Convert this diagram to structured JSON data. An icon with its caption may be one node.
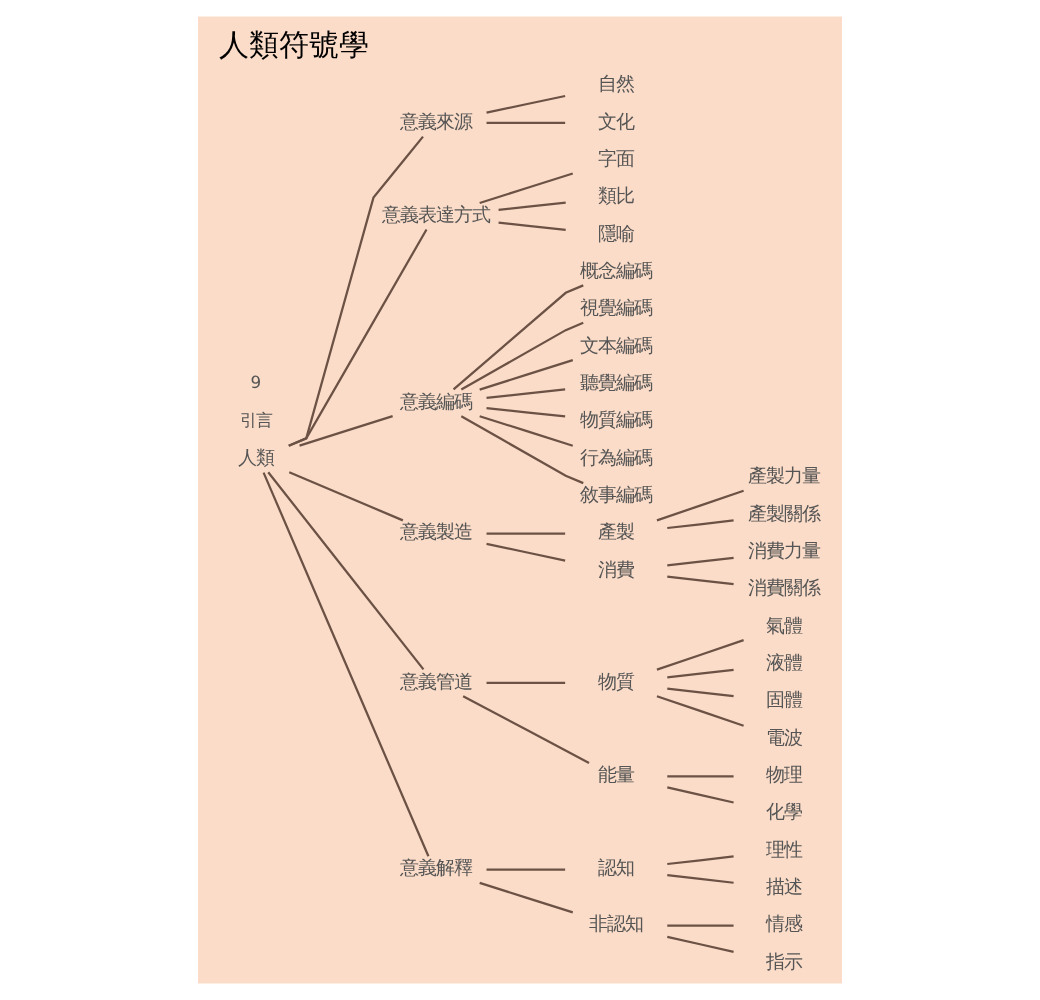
{
  "diagram": {
    "title": "人類符號學",
    "nodes": [
      {
        "text": [
          "人類"
        ]
      },
      {
        "text": [
          "意義來源"
        ]
      },
      {
        "text": [
          "自然"
        ]
      },
      {
        "text": [
          "文化"
        ]
      },
      {
        "text": [
          "意義表達方式"
        ]
      },
      {
        "text": [
          "字面"
        ]
      },
      {
        "text": [
          "類比"
        ]
      },
      {
        "text": [
          "隱喻"
        ]
      },
      {
        "text": [
          "意義編碼"
        ]
      },
      {
        "text": [
          "概念編碼"
        ]
      },
      {
        "text": [
          "視覺編碼"
        ]
      },
      {
        "text": [
          "文本編碼"
        ]
      },
      {
        "text": [
          "聽覺編碼"
        ]
      },
      {
        "text": [
          "物質編碼"
        ]
      },
      {
        "text": [
          "行為編碼"
        ]
      },
      {
        "text": [
          "敘事編碼"
        ]
      },
      {
        "text": [
          "意義製造"
        ]
      },
      {
        "text": [
          "產製"
        ]
      },
      {
        "text": [
          "產製力量"
        ]
      },
      {
        "text": [
          "產製關係"
        ]
      },
      {
        "text": [
          "消費"
        ]
      },
      {
        "text": [
          "消費力量"
        ]
      },
      {
        "text": [
          "消費關係"
        ]
      },
      {
        "text": [
          "意義管道"
        ]
      },
      {
        "text": [
          "物質"
        ]
      },
      {
        "text": [
          "氣體"
        ]
      },
      {
        "text": [
          "液體"
        ]
      },
      {
        "text": [
          "固體"
        ]
      },
      {
        "text": [
          "電波"
        ]
      },
      {
        "text": [
          "能量"
        ]
      },
      {
        "text": [
          "物理"
        ]
      },
      {
        "text": [
          "化學"
        ]
      },
      {
        "text": [
          "意義解釋"
        ]
      },
      {
        "text": [
          "認知"
        ]
      },
      {
        "text": [
          "理性"
        ]
      },
      {
        "text": [
          "描述"
        ]
      },
      {
        "text": [
          "非認知"
        ]
      },
      {
        "text": [
          "情感"
        ]
      },
      {
        "text": [
          "指示"
        ]
      }
    ],
    "edges": [
      {
        "from": 0,
        "to": 1,
        "arrow": "none"
      },
      {
        "from": 1,
        "to": 2,
        "arrow": "none"
      },
      {
        "from": 1,
        "to": 3,
        "arrow": "none"
      },
      {
        "from": 0,
        "to": 4,
        "arrow": "none"
      },
      {
        "from": 4,
        "to": 5,
        "arrow": "none"
      },
      {
        "from": 4,
        "to": 6,
        "arrow": "none"
      },
      {
        "from": 4,
        "to": 7,
        "arrow": "none"
      },
      {
        "from": 0,
        "to": 8,
        "arrow": "none"
      },
      {
        "from": 8,
        "to": 9,
        "arrow": "none"
      },
      {
        "from": 8,
        "to": 10,
        "arrow": "none"
      },
      {
        "from": 8,
        "to": 11,
        "arrow": "none"
      },
      {
        "from": 8,
        "to": 12,
        "arrow": "none"
      },
      {
        "from": 8,
        "to": 13,
        "arrow": "none"
      },
      {
        "from": 8,
        "to": 14,
        "arrow": "none"
      },
      {
        "from": 8,
        "to": 15,
        "arrow": "none"
      },
      {
        "from": 0,
        "to": 16,
        "arrow": "none"
      },
      {
        "from": 16,
        "to": 17,
        "arrow": "none"
      },
      {
        "from": 17,
        "to": 18,
        "arrow": "none"
      },
      {
        "from": 17,
        "to": 19,
        "arrow": "none"
      },
      {
        "from": 16,
        "to": 20,
        "arrow": "none"
      },
      {
        "from": 20,
        "to": 21,
        "arrow": "none"
      },
      {
        "from": 20,
        "to": 22,
        "arrow": "none"
      },
      {
        "from": 0,
        "to": 23,
        "arrow": "none"
      },
      {
        "from": 23,
        "to": 24,
        "arrow": "none"
      },
      {
        "from": 24,
        "to": 25,
        "arrow": "none"
      },
      {
        "from": 24,
        "to": 26,
        "arrow": "none"
      },
      {
        "from": 24,
        "to": 27,
        "arrow": "none"
      },
      {
        "from": 24,
        "to": 28,
        "arrow": "none"
      },
      {
        "from": 23,
        "to": 29,
        "arrow": "none"
      },
      {
        "from": 29,
        "to": 30,
        "arrow": "none"
      },
      {
        "from": 29,
        "to": 31,
        "arrow": "none"
      },
      {
        "from": 0,
        "to": 32,
        "arrow": "none"
      },
      {
        "from": 32,
        "to": 33,
        "arrow": "none"
      },
      {
        "from": 33,
        "to": 34,
        "arrow": "none"
      },
      {
        "from": 33,
        "to": 35,
        "arrow": "none"
      },
      {
        "from": 32,
        "to": 36,
        "arrow": "none"
      },
      {
        "from": 36,
        "to": 37,
        "arrow": "none"
      },
      {
        "from": 36,
        "to": 38,
        "arrow": "none"
      }
    ],
    "labels": [
      "引言",
      "9"
    ]
  }
}
